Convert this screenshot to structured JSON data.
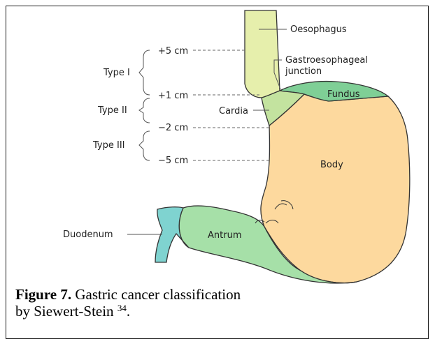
{
  "labels": {
    "oesophagus": "Oesophagus",
    "gej_line1": "Gastroesophageal",
    "gej_line2": "junction",
    "fundus": "Fundus",
    "cardia": "Cardia",
    "body": "Body",
    "antrum": "Antrum",
    "duodenum": "Duodenum"
  },
  "scale": {
    "plus5": "+5 cm",
    "plus1": "+1 cm",
    "minus2": "−2 cm",
    "minus5": "−5 cm"
  },
  "types": {
    "type1": "Type I",
    "type2": "Type II",
    "type3": "Type III"
  },
  "caption": {
    "bold": "Figure 7.",
    "text1": " Gastric cancer classification",
    "text2": "by Siewert-Stein ",
    "ref": "34",
    "end": "."
  },
  "colors": {
    "oesophagus": "#e6efac",
    "cardia": "#c3e39f",
    "fundus": "#7fcf96",
    "body": "#fdd99e",
    "antrum": "#a6e0a8",
    "duodenum": "#7fd3d0"
  }
}
